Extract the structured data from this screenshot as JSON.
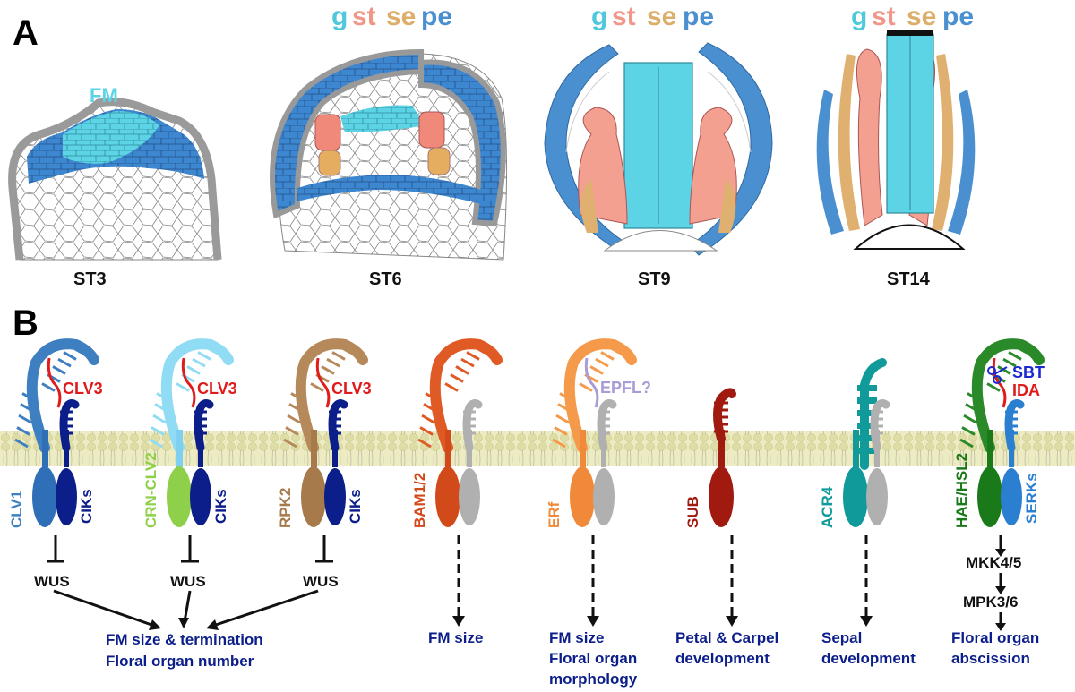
{
  "panels": {
    "a_label": "A",
    "b_label": "B"
  },
  "panel_a": {
    "fm_label": "FM",
    "stages": [
      {
        "label": "ST3"
      },
      {
        "label": "ST6"
      },
      {
        "label": "ST9"
      },
      {
        "label": "ST14"
      }
    ],
    "organ_key": [
      {
        "text": "g",
        "color": "#4fc8dc"
      },
      {
        "text": "st",
        "color": "#f0978a"
      },
      {
        "text": "se",
        "color": "#dcae6a"
      },
      {
        "text": "pe",
        "color": "#4a8fd0"
      }
    ]
  },
  "panel_b": {
    "receptors": [
      {
        "name": "CLV1",
        "name_color": "#3e7fc1",
        "partner": "CIKs",
        "partner_color": "#0b1e8a",
        "ligand": "CLV3",
        "ligand_color": "#e01b1b",
        "downstream": "WUS",
        "outcome": [
          "FM size & termination",
          "Floral organ number"
        ]
      },
      {
        "name": "CRN-CLV2",
        "name_color": "#8fd04a",
        "partner": "CIKs",
        "partner_color": "#0b1e8a",
        "ligand": "CLV3",
        "ligand_color": "#e01b1b",
        "downstream": "WUS"
      },
      {
        "name": "RPK2",
        "name_color": "#a67a4a",
        "partner": "CIKs",
        "partner_color": "#0b1e8a",
        "ligand": "CLV3",
        "ligand_color": "#e01b1b",
        "downstream": "WUS"
      },
      {
        "name": "BAM1/2",
        "name_color": "#d24a1a",
        "outcome": [
          "FM size"
        ]
      },
      {
        "name": "ERf",
        "name_color": "#f08a3a",
        "ligand": "EPFL?",
        "ligand_color": "#a99cd6",
        "outcome": [
          "FM size",
          "Floral organ",
          "morphology"
        ]
      },
      {
        "name": "SUB",
        "name_color": "#a01a10",
        "outcome": [
          "Petal & Carpel",
          "development"
        ]
      },
      {
        "name": "ACR4",
        "name_color": "#119a9a",
        "outcome": [
          "Sepal",
          "development"
        ]
      },
      {
        "name": "HAE/HSL2",
        "name_color": "#1a7a1a",
        "partner": "SERKs",
        "partner_color": "#2a7fd0",
        "ligand": "IDA",
        "ligand_color": "#e01b1b",
        "protease": "SBT",
        "protease_color": "#1a2ad0",
        "cascade": [
          "MKK4/5",
          "MPK3/6"
        ],
        "outcome": [
          "Floral organ",
          "abscission"
        ]
      }
    ]
  },
  "colors": {
    "fm": "#5dd3e6",
    "petal_blue": "#3d87d0",
    "stamen": "#f4a090",
    "sepal": "#e0b070",
    "epidermis": "#a7a7a7",
    "membrane": "#e6e6b4"
  }
}
